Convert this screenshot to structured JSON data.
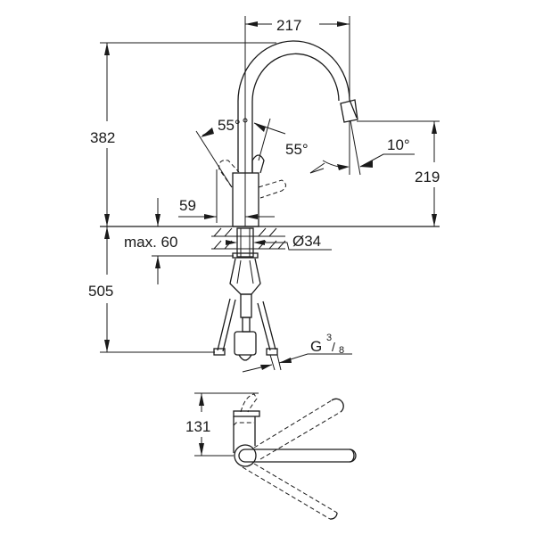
{
  "dimensions": {
    "spout_reach": "217",
    "total_height": "382",
    "spout_height": "219",
    "lever_angle_left": "55°",
    "lever_angle_right": "55°",
    "spout_tilt": "10°",
    "lever_offset": "59",
    "max_counter_thickness": "max. 60",
    "hole_diameter": "Ø34",
    "below_counter_length": "505",
    "connection_thread": "G",
    "connection_thread_num": "3",
    "connection_thread_den": "8",
    "top_view_depth": "131"
  },
  "colors": {
    "line": "#1a1a1a",
    "background": "#ffffff"
  }
}
